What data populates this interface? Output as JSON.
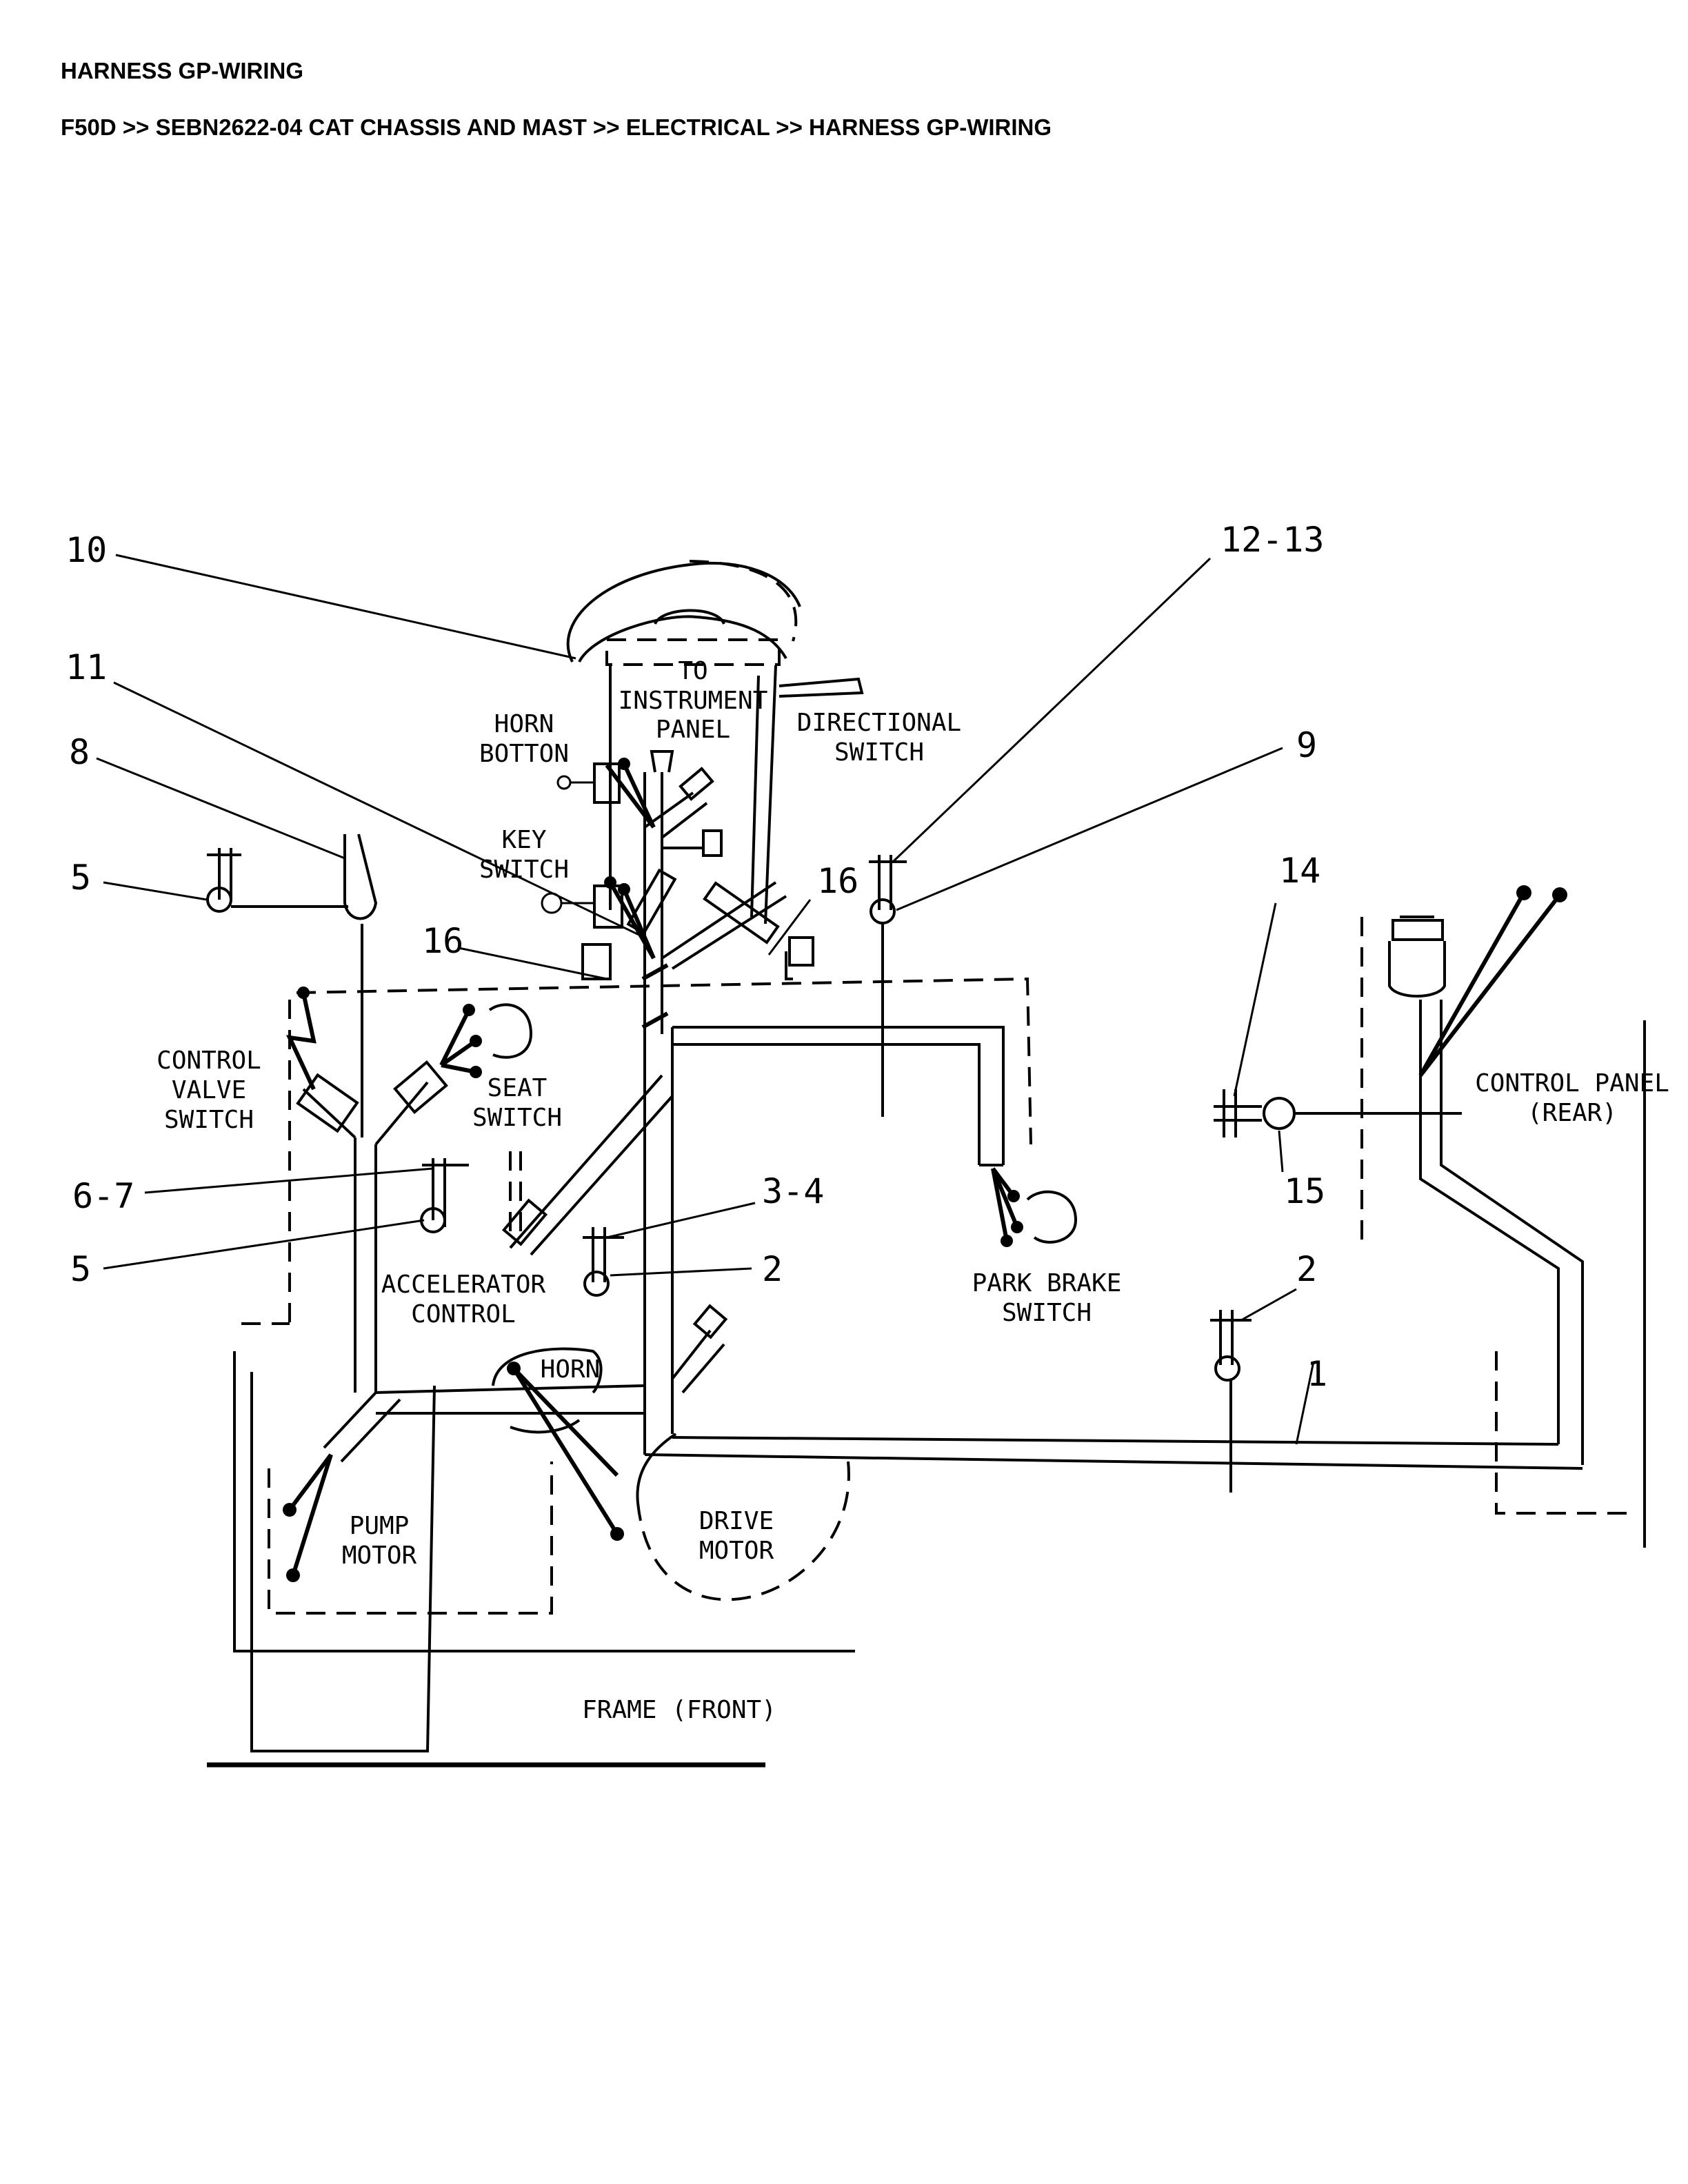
{
  "header": {
    "title": "HARNESS GP-WIRING",
    "breadcrumb": "F50D >> SEBN2622-04 CAT CHASSIS AND MAST >> ELECTRICAL >> HARNESS GP-WIRING"
  },
  "diagram": {
    "labels": {
      "to_instrument_panel": [
        "TO",
        "INSTRUMENT",
        "PANEL"
      ],
      "horn_botton": [
        "HORN",
        "BOTTON"
      ],
      "directional_switch": [
        "DIRECTIONAL",
        "SWITCH"
      ],
      "key_switch": [
        "KEY",
        "SWITCH"
      ],
      "control_valve_switch": [
        "CONTROL",
        "VALVE",
        "SWITCH"
      ],
      "seat_switch": [
        "SEAT",
        "SWITCH"
      ],
      "accelerator_control": [
        "ACCELERATOR",
        "CONTROL"
      ],
      "horn": "HORN",
      "park_brake_switch": [
        "PARK BRAKE",
        "SWITCH"
      ],
      "control_panel_rear": [
        "CONTROL PANEL",
        "(REAR)"
      ],
      "pump_motor": [
        "PUMP",
        "MOTOR"
      ],
      "drive_motor": [
        "DRIVE",
        "MOTOR"
      ],
      "frame_front": "FRAME (FRONT)"
    },
    "callouts": {
      "c10": "10",
      "c11": "11",
      "c8": "8",
      "c5_upper": "5",
      "c16_left": "16",
      "c6_7": "6-7",
      "c5_lower": "5",
      "c3_4": "3-4",
      "c2_center": "2",
      "c12_13": "12-13",
      "c9": "9",
      "c16_right": "16",
      "c14": "14",
      "c15": "15",
      "c2_right": "2",
      "c1": "1"
    }
  }
}
